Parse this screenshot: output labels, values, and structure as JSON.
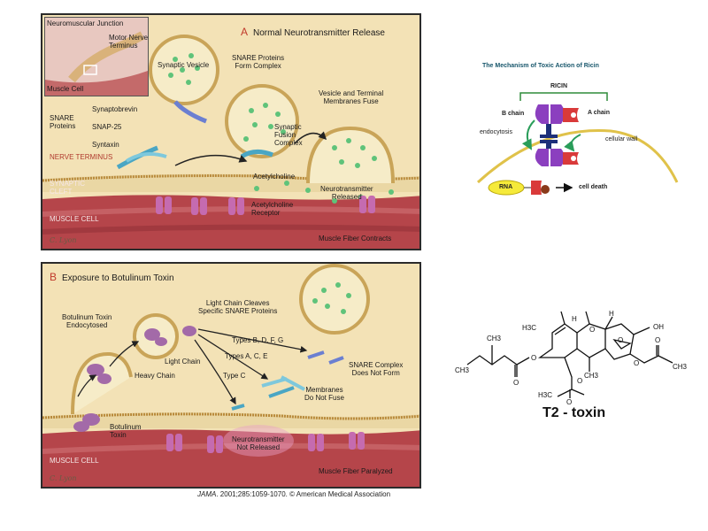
{
  "panel_a": {
    "letter": "A",
    "title": "Normal Neurotransmitter Release",
    "inset_title": "Neuromuscular Junction",
    "inset_motor": "Motor Nerve\nTerminus",
    "inset_muscle": "Muscle Cell",
    "synaptic_vesicle": "Synaptic Vesicle",
    "snare_form": "SNARE Proteins\nForm Complex",
    "vesicle_fuse": "Vesicle and Terminal\nMembranes Fuse",
    "snare_proteins": "SNARE\nProteins",
    "synaptobrevin": "Synaptobrevin",
    "snap25": "SNAP-25",
    "syntaxin": "Syntaxin",
    "fusion_complex": "Synaptic\nFusion\nComplex",
    "nerve_terminus": "NERVE TERMINUS",
    "synaptic_cleft": "SYNAPTIC\nCLEFT",
    "acetylcholine": "Acetylcholine",
    "nt_released": "Neurotransmitter\nReleased",
    "ach_receptor": "Acetylcholine\nReceptor",
    "muscle_cell": "MUSCLE CELL",
    "muscle_contracts": "Muscle Fiber Contracts",
    "signature": "C. Lyon"
  },
  "panel_b": {
    "letter": "B",
    "title": "Exposure to Botulinum Toxin",
    "endocytosed": "Botulinum Toxin\nEndocytosed",
    "light_chain_cleaves": "Light Chain Cleaves\nSpecific SNARE Proteins",
    "types_bdfg": "Types B, D, F, G",
    "types_ace": "Types A, C, E",
    "type_c": "Type C",
    "light_chain": "Light Chain",
    "heavy_chain": "Heavy Chain",
    "snare_not_form": "SNARE Complex\nDoes Not Form",
    "membranes_not_fuse": "Membranes\nDo Not Fuse",
    "botulinum_toxin": "Botulinum\nToxin",
    "nt_not_released": "Neurotransmitter\nNot Released",
    "muscle_cell": "MUSCLE CELL",
    "muscle_paralyzed": "Muscle Fiber Paralyzed",
    "signature": "C. Lyon"
  },
  "citation": {
    "journal": "JAMA",
    "rest": ". 2001;285:1059-1070. © American Medical Association"
  },
  "ricin": {
    "title": "The Mechanism of Toxic Action of Ricin",
    "ricin": "RICIN",
    "b_chain": "B chain",
    "a_chain": "A chain",
    "endocytosis": "endocytosis",
    "cellular_wall": "cellular wall",
    "rna": "RNA",
    "cell_death": "cell death"
  },
  "t2": {
    "label": "T2 - toxin",
    "ch3_a": "CH3",
    "h3c_a": "H3C",
    "h_a": "H",
    "h_b": "H",
    "oh": "OH",
    "o_ring": "O",
    "o_ep": "O",
    "o1": "O",
    "o2": "O",
    "o3": "O",
    "o4": "O",
    "o5": "O",
    "o6": "O",
    "ch3_b": "CH3",
    "ch3_c": "CH3",
    "ch3_d": "CH3",
    "h3c_b": "H3C"
  },
  "colors": {
    "panel_bg": "#f3e2b6",
    "muscle": "#b5454a",
    "vesicle_dots": "#5fc37a",
    "ricin_title": "#17566b",
    "ricin_arrow": "#2a9d5a"
  }
}
